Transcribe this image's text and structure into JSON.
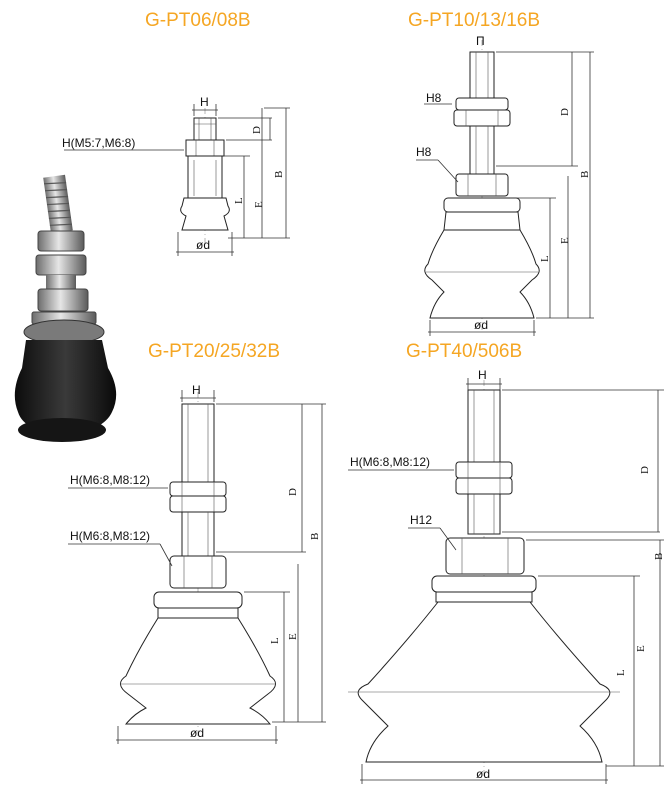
{
  "titles": {
    "small": "G-PT06/08B",
    "mid": "G-PT10/13/16B",
    "large": "G-PT20/25/32B",
    "xlarge": "G-PT40/506B"
  },
  "labels": {
    "small": {
      "h": "H",
      "hex": "H(M5:7,M6:8)",
      "d": "D",
      "l": "L",
      "e": "E",
      "b": "B",
      "od": "ød"
    },
    "mid": {
      "top": "П",
      "h1": "H8",
      "h2": "H8",
      "d": "D",
      "l": "L",
      "e": "E",
      "b": "B",
      "od": "ød"
    },
    "large": {
      "h": "H",
      "h1": "H(M6:8,M8:12)",
      "h2": "H(M6:8,M8:12)",
      "d": "D",
      "l": "L",
      "e": "E",
      "b": "B",
      "od": "ød"
    },
    "xlarge": {
      "h": "H",
      "h1": "H(M6:8,M8:12)",
      "h2": "H12",
      "d": "D",
      "l": "L",
      "e": "E",
      "b": "B",
      "od": "ød"
    }
  },
  "colors": {
    "title": "#f5a623",
    "rubber": "#1a1a1a",
    "metal": "#9a9a9a"
  }
}
